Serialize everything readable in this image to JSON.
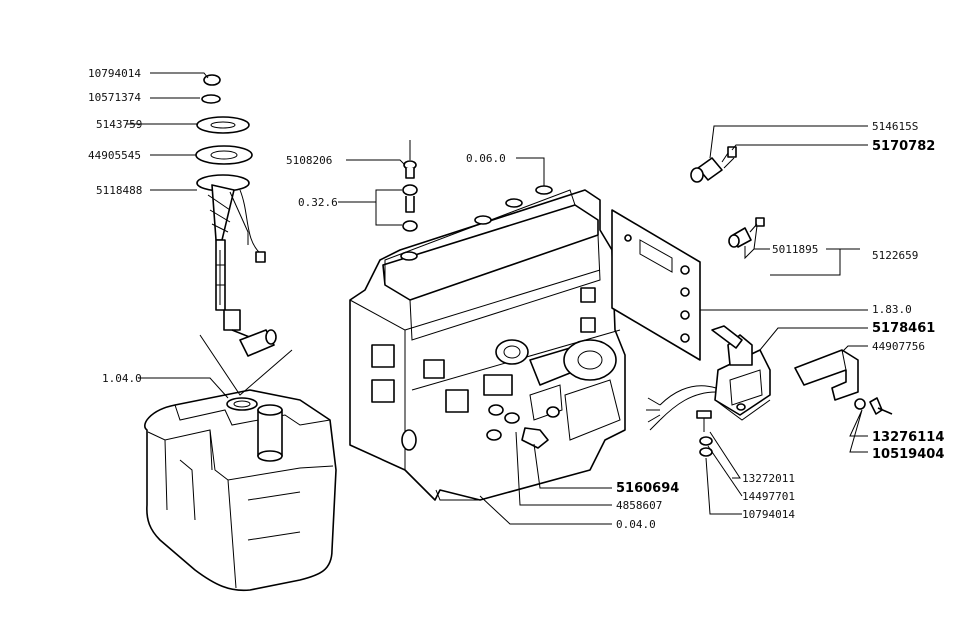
{
  "labels": {
    "p10794014_top": "10794014",
    "p10571374": "10571374",
    "p5143759": "5143759",
    "p44905545": "44905545",
    "p5118488": "5118488",
    "p5108206": "5108206",
    "p0326": "0.32.6",
    "p0060": "0.06.0",
    "p514615S": "514615S",
    "p5170782": "5170782",
    "p5011895": "5011895",
    "p5122659": "5122659",
    "p1830": "1.83.0",
    "p5178461": "5178461",
    "p44907756": "44907756",
    "p1040": "1.04.0",
    "p13276114": "13276114",
    "p10519404": "10519404",
    "p13272011": "13272011",
    "p14497701": "14497701",
    "p10794014_bot": "10794014",
    "p5160694": "5160694",
    "p4858607": "4858607",
    "p0040": "0.04.0"
  }
}
